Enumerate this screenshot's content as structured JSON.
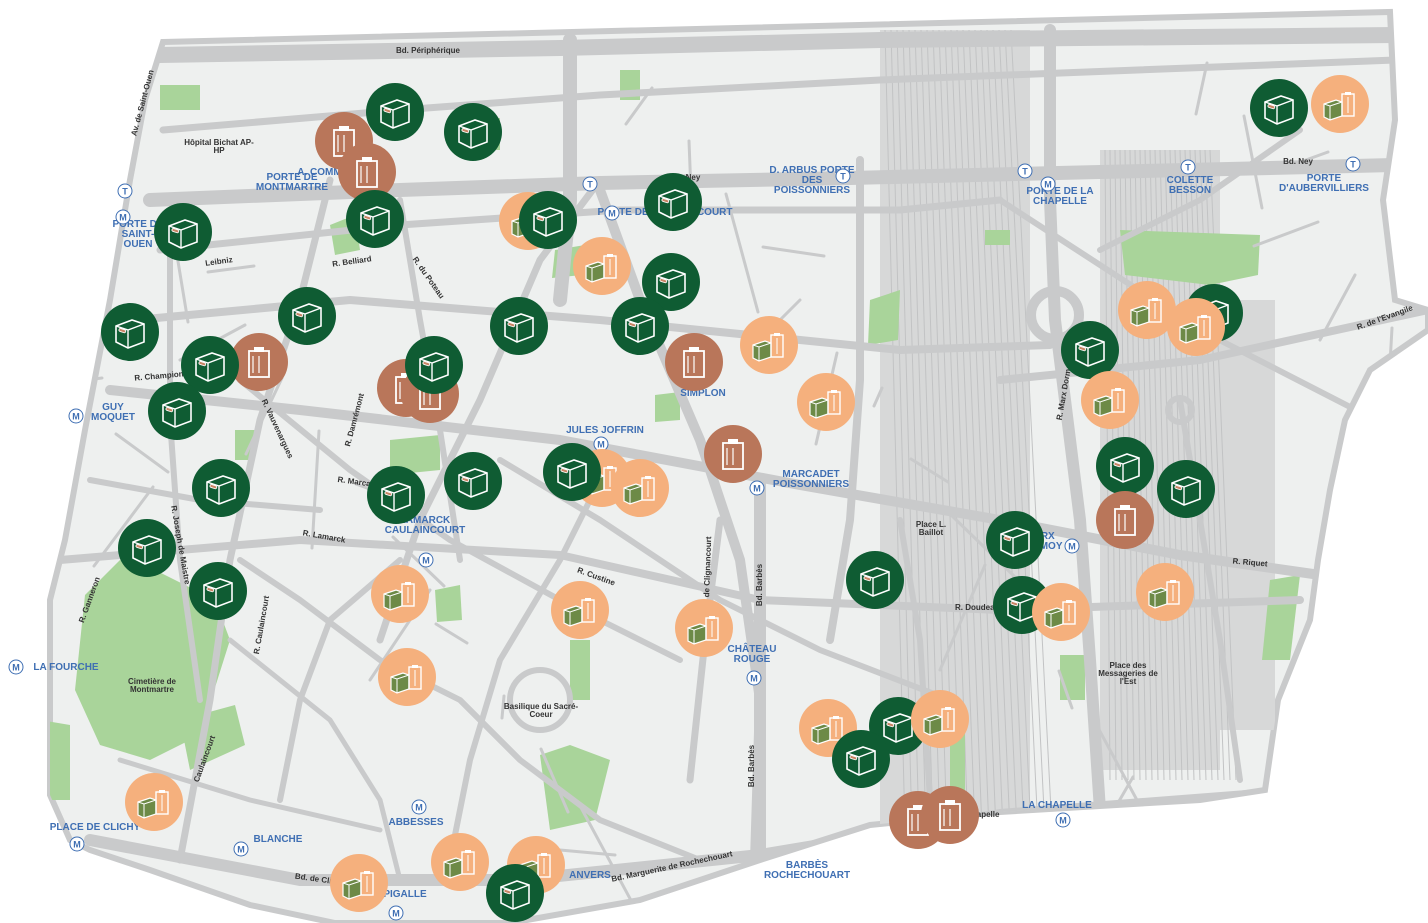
{
  "colors": {
    "background": "#ffffff",
    "district": "#eef0ef",
    "road": "#c9cacb",
    "park": "#a9d49a",
    "rail": "#d7d8d8",
    "station_label": "#3f6fb3",
    "marker_green": "#0f5c33",
    "marker_orange": "#f5b07d",
    "marker_brown": "#b9765a"
  },
  "stations": [
    {
      "id": "porte-de-montmartre",
      "name": "PORTE DE MONTMARTRE"
    },
    {
      "id": "a-commune",
      "name": "A. COMMUNE"
    },
    {
      "id": "porte-de-saint-ouen",
      "name": "PORTE DE SAINT-OUEN"
    },
    {
      "id": "guy-moquet",
      "name": "GUY MOQUET"
    },
    {
      "id": "d-arbus",
      "name": "D. ARBUS PORTE DES POISSONNIERS"
    },
    {
      "id": "porte-de-la-chapelle",
      "name": "PORTE DE LA CHAPELLE"
    },
    {
      "id": "colette-besson",
      "name": "COLETTE BESSON"
    },
    {
      "id": "porte-d-aubervilliers",
      "name": "PORTE D'AUBERVILLIERS"
    },
    {
      "id": "porte-de-clignancourt",
      "name": "PORTE DE CLIGNANCOURT"
    },
    {
      "id": "simplon",
      "name": "SIMPLON"
    },
    {
      "id": "jules-joffrin",
      "name": "JULES JOFFRIN"
    },
    {
      "id": "marcadet-poissonniers",
      "name": "MARCADET POISSONNIERS"
    },
    {
      "id": "lamarck-caulaincourt",
      "name": "LAMARCK CAULAINCOURT"
    },
    {
      "id": "marx-dormoy",
      "name": "MARX DORMOY"
    },
    {
      "id": "chateau-rouge",
      "name": "CHÂTEAU ROUGE"
    },
    {
      "id": "la-fourche",
      "name": "LA FOURCHE"
    },
    {
      "id": "place-de-clichy",
      "name": "PLACE DE CLICHY"
    },
    {
      "id": "blanche",
      "name": "BLANCHE"
    },
    {
      "id": "abbesses",
      "name": "ABBESSES"
    },
    {
      "id": "pigalle",
      "name": "PIGALLE"
    },
    {
      "id": "anvers",
      "name": "ANVERS"
    },
    {
      "id": "barbes-rochechouart",
      "name": "BARBÈS ROCHECHOUART"
    },
    {
      "id": "la-chapelle",
      "name": "LA CHAPELLE"
    }
  ],
  "places": [
    {
      "id": "hopital-bichat",
      "name": "Hôpital Bichat AP-HP"
    },
    {
      "id": "cimetiere-montmartre",
      "name": "Cimetière de Montmartre"
    },
    {
      "id": "basilique-sacre-coeur",
      "name": "Basilique du Sacré-Coeur"
    },
    {
      "id": "place-l-baillot",
      "name": "Place L. Baillot"
    },
    {
      "id": "place-messageries",
      "name": "Place des Messageries de l'Est"
    }
  ],
  "streets": [
    {
      "id": "bd-peripherique",
      "name": "Bd. Périphérique"
    },
    {
      "id": "av-saint-ouen",
      "name": "Av. de Saint-Ouen"
    },
    {
      "id": "leibniz",
      "name": "Leibniz"
    },
    {
      "id": "r-belliard",
      "name": "R. Belliard"
    },
    {
      "id": "r-du-poteau",
      "name": "R. du Poteau"
    },
    {
      "id": "r-championnet",
      "name": "R. Championnet"
    },
    {
      "id": "r-vauvenargues",
      "name": "R. Vauvenargues"
    },
    {
      "id": "r-damremont",
      "name": "R. Damrémont"
    },
    {
      "id": "r-marcadet",
      "name": "R. Marcadet"
    },
    {
      "id": "r-lamarck",
      "name": "R. Lamarck"
    },
    {
      "id": "r-custine",
      "name": "R. Custine"
    },
    {
      "id": "r-de-clignancourt",
      "name": "R. de Clignancourt"
    },
    {
      "id": "bd-barbes",
      "name": "Bd. Barbès"
    },
    {
      "id": "bd-barbes-2",
      "name": "Bd. Barbès"
    },
    {
      "id": "r-joseph-de-maistre",
      "name": "R. Joseph de Maistre"
    },
    {
      "id": "r-ganneron",
      "name": "R. Ganneron"
    },
    {
      "id": "r-caulaincourt",
      "name": "R. Caulaincourt"
    },
    {
      "id": "caulaincourt-2",
      "name": "Caulaincourt"
    },
    {
      "id": "bd-ney",
      "name": "Bd. Ney"
    },
    {
      "id": "r-marx-dormoy",
      "name": "R. Marx Dormoy"
    },
    {
      "id": "r-de-l-evangile",
      "name": "R. de l'Evangile"
    },
    {
      "id": "r-riquet",
      "name": "R. Riquet"
    },
    {
      "id": "bd-marguerite",
      "name": "Bd. Marguerite de Rochechouart"
    },
    {
      "id": "bd-de-clichy",
      "name": "Bd. de Clichy"
    },
    {
      "id": "r-doudeauville",
      "name": "R. Doudeauville"
    },
    {
      "id": "bd-de-la-chapelle",
      "name": "Bd. de la Chapelle"
    },
    {
      "id": "r-ney-small",
      "name": "Ney"
    }
  ],
  "markers": [
    {
      "type": "green"
    },
    {
      "type": "green"
    },
    {
      "type": "brown"
    },
    {
      "type": "brown"
    },
    {
      "type": "green"
    },
    {
      "type": "green"
    },
    {
      "type": "green"
    },
    {
      "type": "orange"
    },
    {
      "type": "green"
    },
    {
      "type": "green"
    },
    {
      "type": "orange"
    },
    {
      "type": "green"
    },
    {
      "type": "green"
    },
    {
      "type": "green"
    },
    {
      "type": "brown"
    },
    {
      "type": "green"
    },
    {
      "type": "green"
    },
    {
      "type": "brown"
    },
    {
      "type": "brown"
    },
    {
      "type": "green"
    },
    {
      "type": "green"
    },
    {
      "type": "brown"
    },
    {
      "type": "orange"
    },
    {
      "type": "orange"
    },
    {
      "type": "brown"
    },
    {
      "type": "orange"
    },
    {
      "type": "orange"
    },
    {
      "type": "green"
    },
    {
      "type": "green"
    },
    {
      "type": "green"
    },
    {
      "type": "green"
    },
    {
      "type": "green"
    },
    {
      "type": "orange"
    },
    {
      "type": "orange"
    },
    {
      "type": "orange"
    },
    {
      "type": "orange"
    },
    {
      "type": "orange"
    },
    {
      "type": "green"
    },
    {
      "type": "green"
    },
    {
      "type": "orange"
    },
    {
      "type": "orange"
    },
    {
      "type": "green"
    },
    {
      "type": "green"
    },
    {
      "type": "green"
    },
    {
      "type": "green"
    },
    {
      "type": "green"
    },
    {
      "type": "brown"
    },
    {
      "type": "orange"
    },
    {
      "type": "green"
    },
    {
      "type": "orange"
    },
    {
      "type": "green"
    },
    {
      "type": "orange"
    },
    {
      "type": "orange"
    },
    {
      "type": "green"
    },
    {
      "type": "green"
    },
    {
      "type": "brown"
    },
    {
      "type": "brown"
    },
    {
      "type": "orange"
    },
    {
      "type": "orange"
    },
    {
      "type": "orange"
    },
    {
      "type": "orange"
    },
    {
      "type": "orange"
    },
    {
      "type": "green"
    }
  ]
}
